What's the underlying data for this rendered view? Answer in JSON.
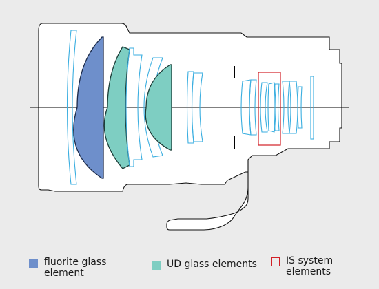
{
  "colors": {
    "background": "#ebebeb",
    "barrel_fill": "#ffffff",
    "barrel_outline": "#111111",
    "lens_outline": "#3aaee0",
    "fluorite": "#6e8fcb",
    "ud_glass": "#7ecec2",
    "is_box": "#d21f26",
    "axis": "#000000"
  },
  "legend": {
    "fluorite": {
      "label": "fluorite glass\nelement",
      "color": "#6e8fcb",
      "icon": "fluorite-swatch"
    },
    "ud": {
      "label": "UD glass elements",
      "color": "#7ecec2",
      "icon": "ud-swatch"
    },
    "is": {
      "label": "IS system\nelements",
      "color": "#d21f26",
      "icon": "is-swatch"
    }
  }
}
